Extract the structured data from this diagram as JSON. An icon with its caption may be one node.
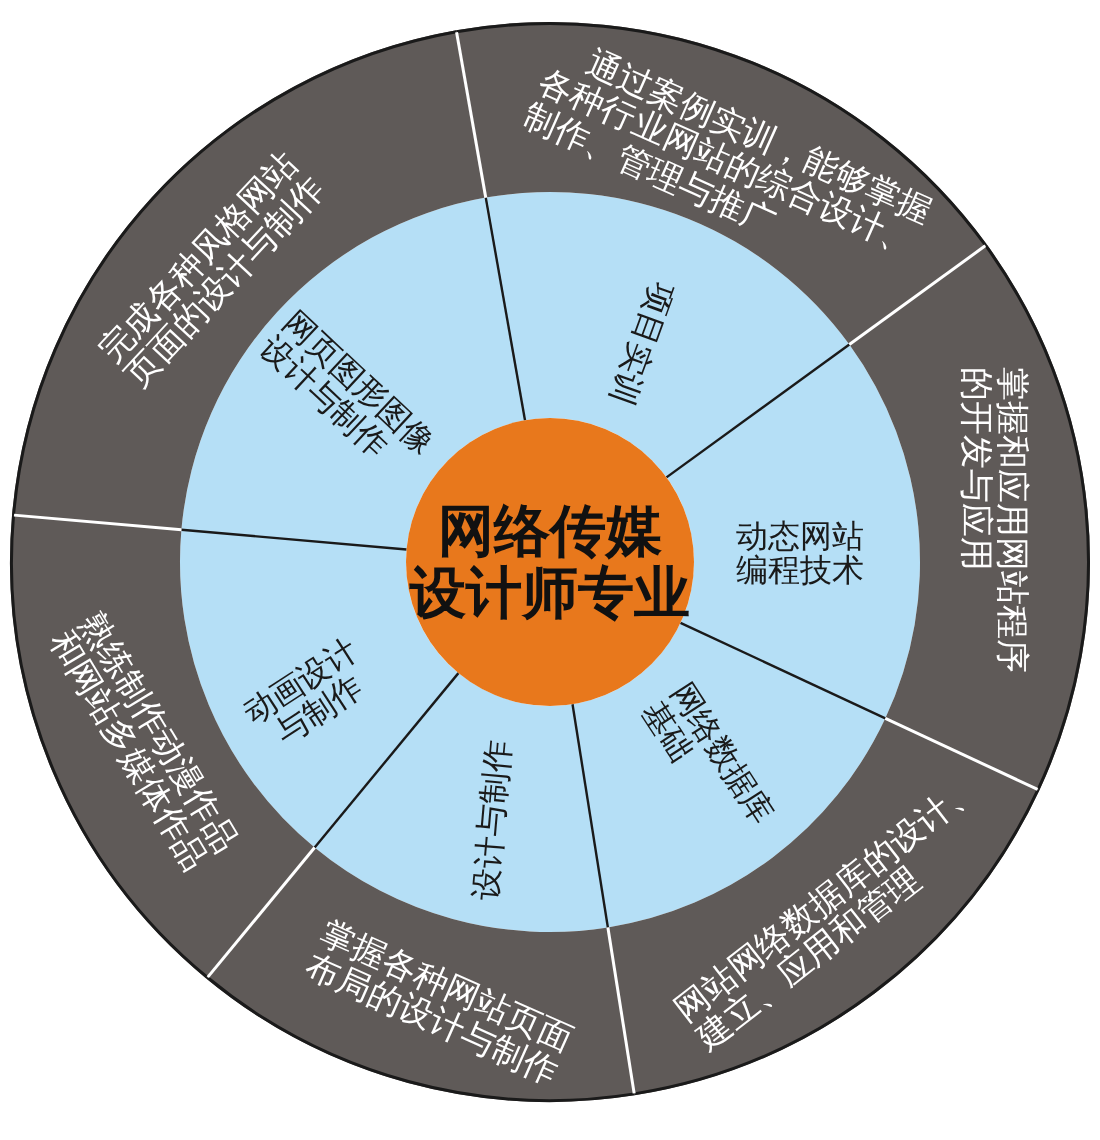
{
  "diagram": {
    "nodes": [
      {
        "text": [
          "网络传媒设计师专业"
        ]
      },
      {
        "text": [
          "项目实训"
        ]
      },
      {
        "text": [
          "动态网站编程技术"
        ]
      },
      {
        "text": [
          "网络数据库基础"
        ]
      },
      {
        "text": [
          "设计与制作"
        ]
      },
      {
        "text": [
          "动画设计与制作"
        ]
      },
      {
        "text": [
          "网页图形图像设计与制作"
        ]
      },
      {
        "text": [
          "通过案例实训，能够掌握各种行业网站的综合设计、制作、管理与推广"
        ]
      },
      {
        "text": [
          "掌握和应用网站程序的开发与应用"
        ]
      },
      {
        "text": [
          "网站网络数据库的设计、建立、应用和管理"
        ]
      },
      {
        "text": [
          "掌握各种网站页面布局的设计与制作"
        ]
      },
      {
        "text": [
          "熟练制作动漫作品和网站多媒体作品"
        ]
      },
      {
        "text": [
          "完成各种风格网站页面的设计与制作"
        ]
      }
    ]
  }
}
